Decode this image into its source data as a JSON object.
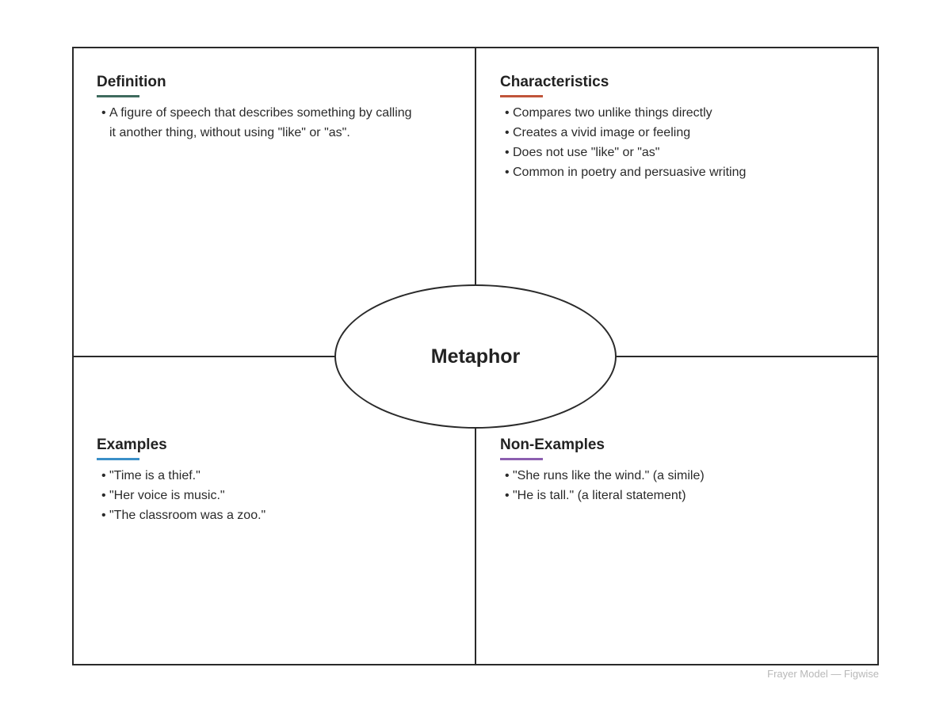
{
  "term": "Metaphor",
  "colors": {
    "definition": "#3f6b5e",
    "characteristics": "#c0553a",
    "examples": "#3a8fc8",
    "non_examples": "#8c5fb0",
    "border": "#2a2a2a"
  },
  "quadrants": {
    "definition": {
      "title": "Definition",
      "items": [
        "A figure of speech that describes something by calling it another thing, without using \"like\" or \"as\"."
      ]
    },
    "characteristics": {
      "title": "Characteristics",
      "items": [
        "Compares two unlike things directly",
        "Creates a vivid image or feeling",
        "Does not use \"like\" or \"as\"",
        "Common in poetry and persuasive writing"
      ]
    },
    "examples": {
      "title": "Examples",
      "items": [
        "\"Time is a thief.\"",
        "\"Her voice is music.\"",
        "\"The classroom was a zoo.\""
      ]
    },
    "non_examples": {
      "title": "Non-Examples",
      "items": [
        "\"She runs like the wind.\" (a simile)",
        "\"He is tall.\" (a literal statement)"
      ]
    }
  },
  "footer": "Frayer Model — Figwise"
}
